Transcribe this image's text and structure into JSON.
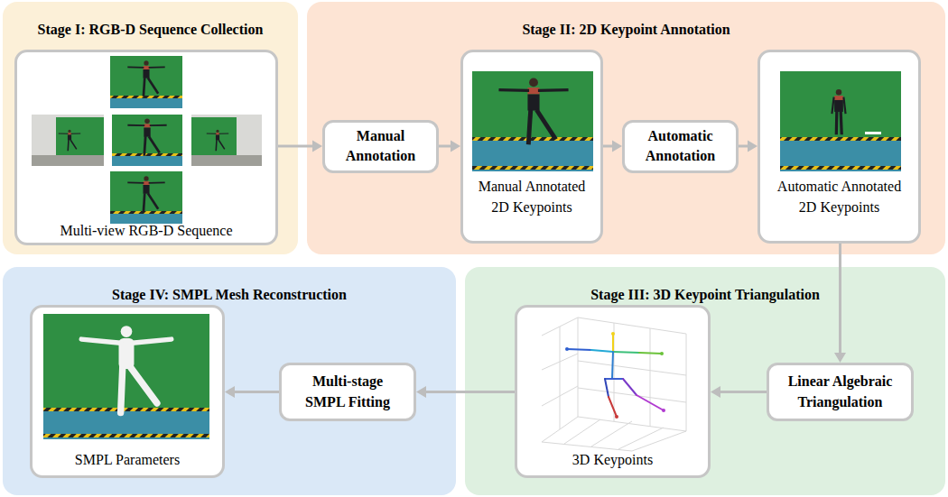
{
  "diagram": {
    "nodes": [
      {
        "text": [
          "Stage I: RGB-D Sequence Collection"
        ]
      },
      {
        "text": [
          "Multi-view RGB-D Sequence"
        ],
        "in": 0
      },
      {
        "text": [
          "Stage II: 2D Keypoint Annotation"
        ]
      },
      {
        "text": [
          "Manual Annotation"
        ],
        "in": 2
      },
      {
        "text": [
          "Manual Annotated 2D Keypoints"
        ],
        "in": 2
      },
      {
        "text": [
          "Automatic Annotation"
        ],
        "in": 2
      },
      {
        "text": [
          "Automatic Annotated 2D Keypoints"
        ],
        "in": 2
      },
      {
        "text": [
          "Stage IV: SMPL Mesh Reconstruction"
        ]
      },
      {
        "text": [
          "SMPL Parameters"
        ],
        "in": 7
      },
      {
        "text": [
          "Multi-stage SMPL Fitting"
        ],
        "in": 7
      },
      {
        "text": [
          "Stage III: 3D Keypoint Triangulation"
        ]
      },
      {
        "text": [
          "3D Keypoints"
        ],
        "in": 10
      },
      {
        "text": [
          "Linear Algebraic Triangulation"
        ],
        "in": 10
      }
    ],
    "edges": [
      {
        "from": 1,
        "to": 3,
        "arrow": "to"
      },
      {
        "from": 3,
        "to": 4,
        "arrow": "to"
      },
      {
        "from": 4,
        "to": 5,
        "arrow": "to"
      },
      {
        "from": 5,
        "to": 6,
        "arrow": "to"
      },
      {
        "from": 6,
        "to": 12,
        "arrow": "to"
      },
      {
        "from": 12,
        "to": 11,
        "arrow": "to"
      },
      {
        "from": 11,
        "to": 9,
        "arrow": "to"
      },
      {
        "from": 9,
        "to": 8,
        "arrow": "to"
      }
    ]
  }
}
